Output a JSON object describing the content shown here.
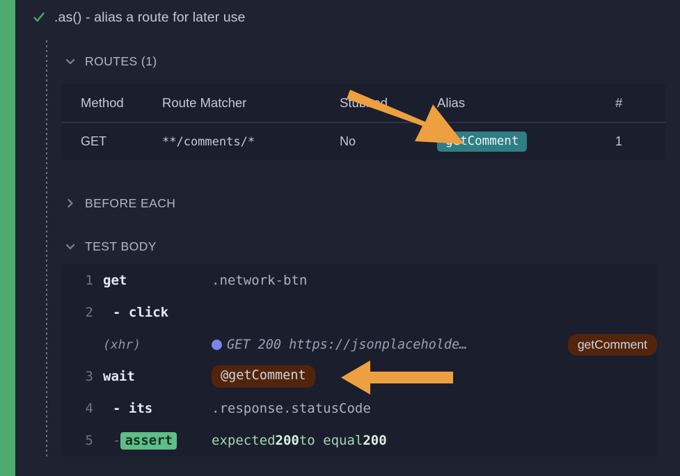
{
  "colors": {
    "pass_strip": "#4eaa6d",
    "background": "#1f2231",
    "panel": "#1b1e2c",
    "alias_badge": "#2f7e84",
    "alias_pill": "#53240c",
    "assert_tag": "#5fbd8a",
    "xhr_dot": "#7b84ea",
    "arrow": "#eda03f"
  },
  "test": {
    "status_icon": "check-icon",
    "title": ".as() - alias a route for later use"
  },
  "sections": {
    "routes": {
      "label": "ROUTES (1)",
      "expanded": true,
      "chevron": "chevron-down-icon"
    },
    "before_each": {
      "label": "BEFORE EACH",
      "expanded": false,
      "chevron": "chevron-right-icon"
    },
    "test_body": {
      "label": "TEST BODY",
      "expanded": true,
      "chevron": "chevron-down-icon"
    }
  },
  "routes_table": {
    "headers": [
      "Method",
      "Route Matcher",
      "Stubbed",
      "Alias",
      "#"
    ],
    "rows": [
      {
        "method": "GET",
        "matcher": "**/comments/*",
        "stubbed": "No",
        "alias": "getComment",
        "count": "1"
      }
    ]
  },
  "command_log": {
    "rows": [
      {
        "number": "1",
        "command": "get",
        "message": ".network-btn",
        "kind": "command"
      },
      {
        "number": "2",
        "command": "- click",
        "message": "",
        "kind": "command-child"
      },
      {
        "number": "",
        "command": "(xhr)",
        "message": "GET 200 https://jsonplaceholde…",
        "alias": "getComment",
        "kind": "xhr"
      },
      {
        "number": "3",
        "command": "wait",
        "message": "@getComment",
        "kind": "command-alias"
      },
      {
        "number": "4",
        "command": "- its",
        "message": ".response.statusCode",
        "kind": "command-child"
      },
      {
        "number": "5",
        "command": "- assert",
        "tag": "assert",
        "message_prefix": "expected ",
        "message_value_1": "200",
        "message_middle": " to equal ",
        "message_value_2": "200",
        "kind": "assert"
      }
    ]
  },
  "annotations": {
    "arrow_1": {
      "name": "arrow-pointing-to-alias-badge",
      "direction": "down-right"
    },
    "arrow_2": {
      "name": "arrow-pointing-to-wait-alias",
      "direction": "left"
    }
  }
}
